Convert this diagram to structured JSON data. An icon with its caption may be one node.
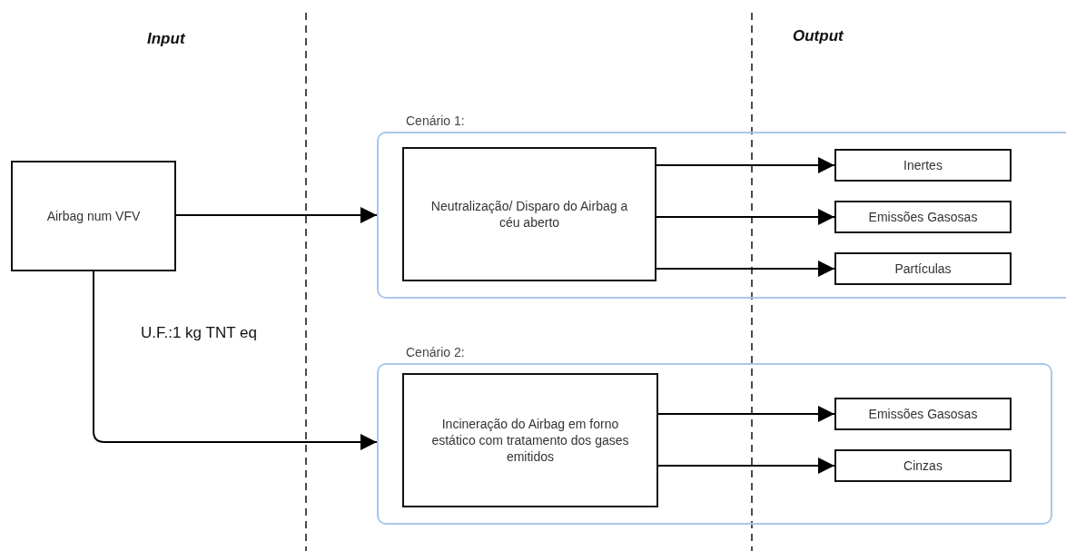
{
  "diagram": {
    "nodes": [
      {
        "text": [
          "Airbag num VFV"
        ]
      },
      {
        "text": [
          "Cenário 1:"
        ]
      },
      {
        "text": [
          "Neutralização/ Disparo do Airbag a céu aberto"
        ],
        "in": 1
      },
      {
        "text": [
          "Inertes"
        ],
        "in": 1
      },
      {
        "text": [
          "Emissões Gasosas"
        ],
        "in": 1
      },
      {
        "text": [
          "Partículas"
        ],
        "in": 1
      },
      {
        "text": [
          "Cenário 2:"
        ]
      },
      {
        "text": [
          "Incineração do Airbag em forno estático com tratamento dos gases emitidos"
        ],
        "in": 6
      },
      {
        "text": [
          "Emissões Gasosas"
        ],
        "in": 6
      },
      {
        "text": [
          "Cinzas"
        ],
        "in": 6
      }
    ],
    "edges": [
      {
        "from": 0,
        "to": 1,
        "arrow": "to"
      },
      {
        "from": 0,
        "to": 6,
        "arrow": "to"
      },
      {
        "from": 2,
        "to": 3,
        "arrow": "to"
      },
      {
        "from": 2,
        "to": 4,
        "arrow": "to"
      },
      {
        "from": 2,
        "to": 5,
        "arrow": "to"
      },
      {
        "from": 7,
        "to": 8,
        "arrow": "to"
      },
      {
        "from": 7,
        "to": 9,
        "arrow": "to"
      }
    ],
    "labels": [
      "Input",
      "Output",
      "U.F.:1 kg TNT eq"
    ]
  }
}
